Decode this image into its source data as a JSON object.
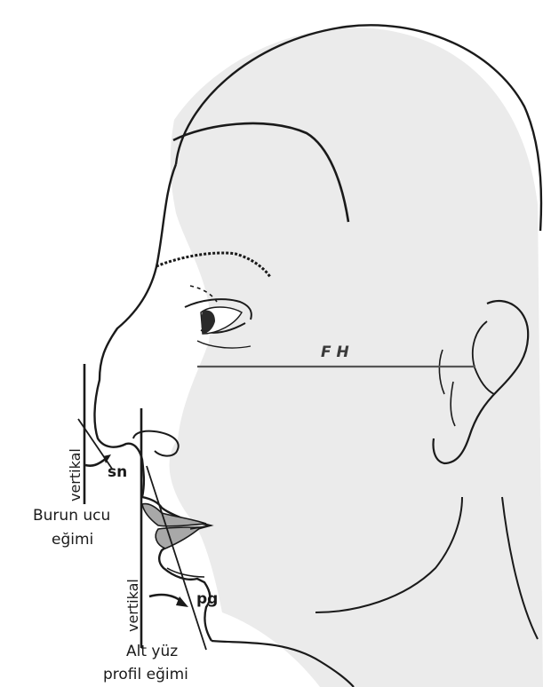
{
  "labels": {
    "fh": "F H",
    "sn": "sn",
    "pg": "pg",
    "vertical_upper": "vertikal",
    "vertical_lower": "vertikal",
    "nose_tip_line1": "Burun ucu",
    "nose_tip_line2": "eğimi",
    "lower_face_line1": "Alt yüz",
    "lower_face_line2": "profil eğimi"
  },
  "colors": {
    "line": "#1a1a1a",
    "skin_shade": "#e8e8e8",
    "lip_fill": "#a8a8a8",
    "fh_line": "#555555"
  }
}
